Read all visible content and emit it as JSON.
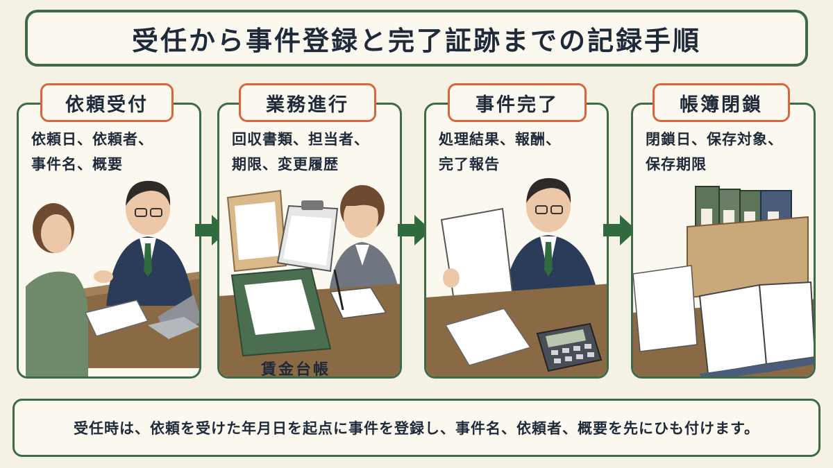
{
  "title": "受任から事件登録と完了証跡までの記録手順",
  "steps": [
    {
      "label": "依頼受付",
      "desc_lines": [
        "依頼日、依頼者、",
        "事件名、概要"
      ]
    },
    {
      "label": "業務進行",
      "desc_lines": [
        "回収書類、担当者、",
        "期限、変更履歴"
      ],
      "illustration_label": "賃金台帳"
    },
    {
      "label": "事件完了",
      "desc_lines": [
        "処理結果、報酬、",
        "完了報告"
      ]
    },
    {
      "label": "帳簿閉鎖",
      "desc_lines": [
        "閉鎖日、保存対象、",
        "保存期限"
      ]
    }
  ],
  "caption": "受任時は、依頼を受けた年月日を起点に事件を登録し、事件名、依頼者、概要を先にひも付けます。",
  "colors": {
    "frame": "#3e6b45",
    "tag_border": "#d9653b",
    "arrow": "#2f6b3d",
    "background": "#f6f1e5"
  }
}
